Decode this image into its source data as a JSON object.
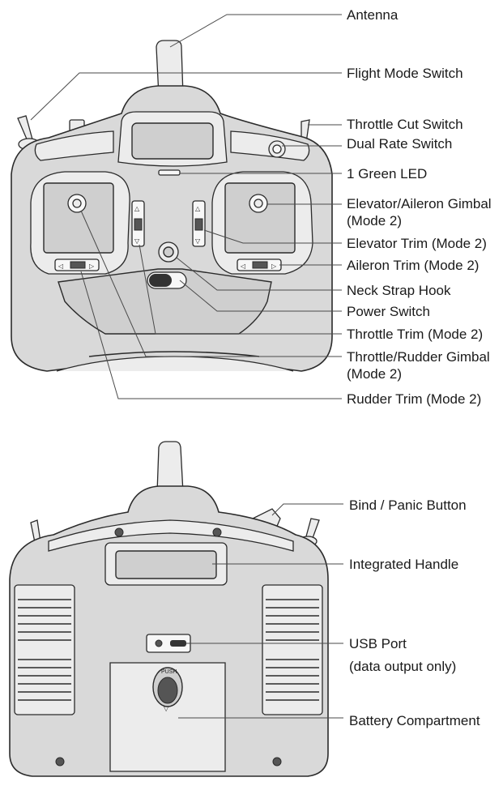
{
  "front_view": {
    "labels": {
      "antenna": "Antenna",
      "flight_mode_switch": "Flight Mode Switch",
      "throttle_cut_switch": "Throttle Cut Switch",
      "dual_rate_switch": "Dual Rate Switch",
      "green_led": "1 Green LED",
      "elevator_aileron_gimbal_1": "Elevator/Aileron Gimbal",
      "elevator_aileron_gimbal_2": "(Mode 2)",
      "elevator_trim": "Elevator Trim (Mode 2)",
      "aileron_trim": "Aileron Trim (Mode 2)",
      "neck_strap_hook": "Neck Strap Hook",
      "power_switch": "Power Switch",
      "throttle_trim": "Throttle Trim (Mode 2)",
      "throttle_rudder_gimbal_1": "Throttle/Rudder Gimbal",
      "throttle_rudder_gimbal_2": "(Mode 2)",
      "rudder_trim": "Rudder Trim (Mode 2)"
    }
  },
  "back_view": {
    "labels": {
      "bind_panic_button": "Bind / Panic Button",
      "integrated_handle": "Integrated Handle",
      "usb_port_1": "USB Port",
      "usb_port_2": "(data output only)",
      "battery_compartment": "Battery Compartment"
    },
    "battery_door_text": "PUSH"
  },
  "icons": [
    "antenna-icon",
    "switch-icon",
    "gimbal-icon",
    "trim-slider-icon",
    "screw-icon",
    "vent-grille-icon",
    "usb-port-icon",
    "battery-door-icon"
  ]
}
